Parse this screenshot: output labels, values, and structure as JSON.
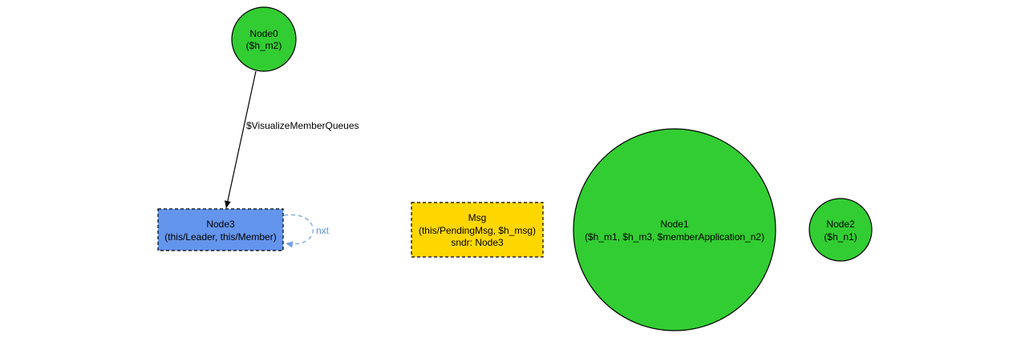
{
  "colors": {
    "background": "#ffffff",
    "green_node": "#32cd32",
    "blue_node": "#6495ed",
    "yellow_node": "#ffd700",
    "edge_black": "#000000",
    "edge_blue": "#6f9ee3"
  },
  "nodes": {
    "node0": {
      "line1": "Node0",
      "line2": "($h_m2)"
    },
    "node1": {
      "line1": "Node1",
      "line2": "($h_m1, $h_m3, $memberApplication_n2)"
    },
    "node2": {
      "line1": "Node2",
      "line2": "($h_n1)"
    },
    "node3": {
      "line1": "Node3",
      "line2": "(this/Leader, this/Member)"
    },
    "msg": {
      "line1": "Msg",
      "line2": "(this/PendingMsg, $h_msg)",
      "line3": "sndr: Node3"
    }
  },
  "edges": {
    "visualize_member_queues": "$VisualizeMemberQueues",
    "nxt": "nxt"
  }
}
